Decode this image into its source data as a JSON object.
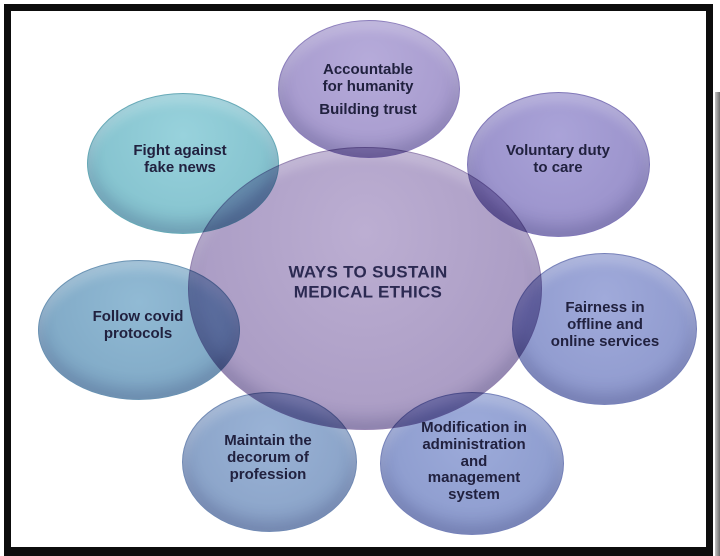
{
  "diagram": {
    "title": "WAYS TO SUSTAIN MEDICAL ETHICS",
    "type": "hub-and-spoke venn diagram",
    "colors": {
      "background": "#ffffff",
      "frame": "#0d0d0d",
      "edge_strip": "#8a8a8a",
      "label_text": "#21213f",
      "center_text": "#2c2a52"
    },
    "center": {
      "label": "WAYS TO SUSTAIN MEDICAL ETHICS",
      "lines": [
        "WAYS TO SUSTAIN",
        "MEDICAL ETHICS"
      ],
      "fill": "#aa9cc4"
    },
    "nodes": [
      {
        "id": "accountable",
        "label": "Accountable for humanity Building trust",
        "lines": [
          "Accountable",
          "for humanity",
          "Building trust"
        ],
        "fill": "#a79bce",
        "position": "top"
      },
      {
        "id": "voluntary",
        "label": "Voluntary duty to care",
        "lines": [
          "Voluntary duty",
          "to care"
        ],
        "fill": "#9a92cb",
        "position": "top-right"
      },
      {
        "id": "fairness",
        "label": "Fairness in offline and online services",
        "lines": [
          "Fairness in",
          "offline and",
          "online services"
        ],
        "fill": "#8f9ace",
        "position": "right"
      },
      {
        "id": "modification",
        "label": "Modification in administration and management system",
        "lines": [
          "Modification in",
          "administration",
          "and",
          "management",
          "system"
        ],
        "fill": "#8d9cce",
        "position": "bottom-right"
      },
      {
        "id": "decorum",
        "label": "Maintain the decorum of profession",
        "lines": [
          "Maintain the",
          "decorum of",
          "profession"
        ],
        "fill": "#8aa3c8",
        "position": "bottom-left"
      },
      {
        "id": "covid",
        "label": "Follow covid protocols",
        "lines": [
          "Follow covid",
          "protocols"
        ],
        "fill": "#80a9c6",
        "position": "left"
      },
      {
        "id": "fakenews",
        "label": "Fight against fake news",
        "lines": [
          "Fight against",
          "fake news"
        ],
        "fill": "#84c2ce",
        "position": "top-left"
      }
    ]
  }
}
